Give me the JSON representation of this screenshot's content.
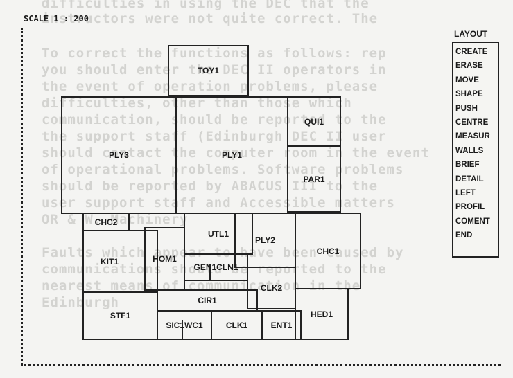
{
  "scale_label": "SCALE 1 : 200",
  "menu": {
    "title": "LAYOUT",
    "items": [
      "CREATE",
      "ERASE",
      "MOVE",
      "SHAPE",
      "PUSH",
      "CENTRE",
      "MEASUR",
      "WALLS",
      "BRIEF",
      "DETAIL",
      "LEFT",
      "PROFIL",
      "COMENT",
      "END"
    ]
  },
  "rooms": {
    "toy1": "TOY1",
    "ply3": "PLY3",
    "ply1": "PLY1",
    "qui1": "QUI1",
    "par1": "PAR1",
    "chc2": "CHC2",
    "kit1": "KIT1",
    "utl1": "UTL1",
    "hom1": "HOM1",
    "ply2": "PLY2",
    "chc1": "CHC1",
    "gen1": "GEN1",
    "cln1": "CLN1",
    "clk2": "CLK2",
    "cir1": "CIR1",
    "stf1": "STF1",
    "sic1": "SIC1",
    "wc1": "WC1",
    "clk1": "CLK1",
    "ent1": "ENT1",
    "hed1": "HED1"
  },
  "background_text": [
    "difficulties in using the DEC that the",
    "instructors were not quite correct. The",
    "To correct the functions as follows: rep",
    "you should enter the DEC II operators in",
    "the event of operation problems, please",
    "difficulties, other than those which",
    "communication, should be reported to the",
    "the support staff (Edinburgh DEC II user",
    "should contact the computer room in the event",
    "of operational problems. Software problems",
    "should be reported by ABACUS III to the",
    "user support staff and Accessible matters",
    "OR & W. Machinery",
    "Faults which appear to have been caused by",
    "communications should be reported to the",
    "nearest means of communication in the",
    "Edinburgh"
  ]
}
